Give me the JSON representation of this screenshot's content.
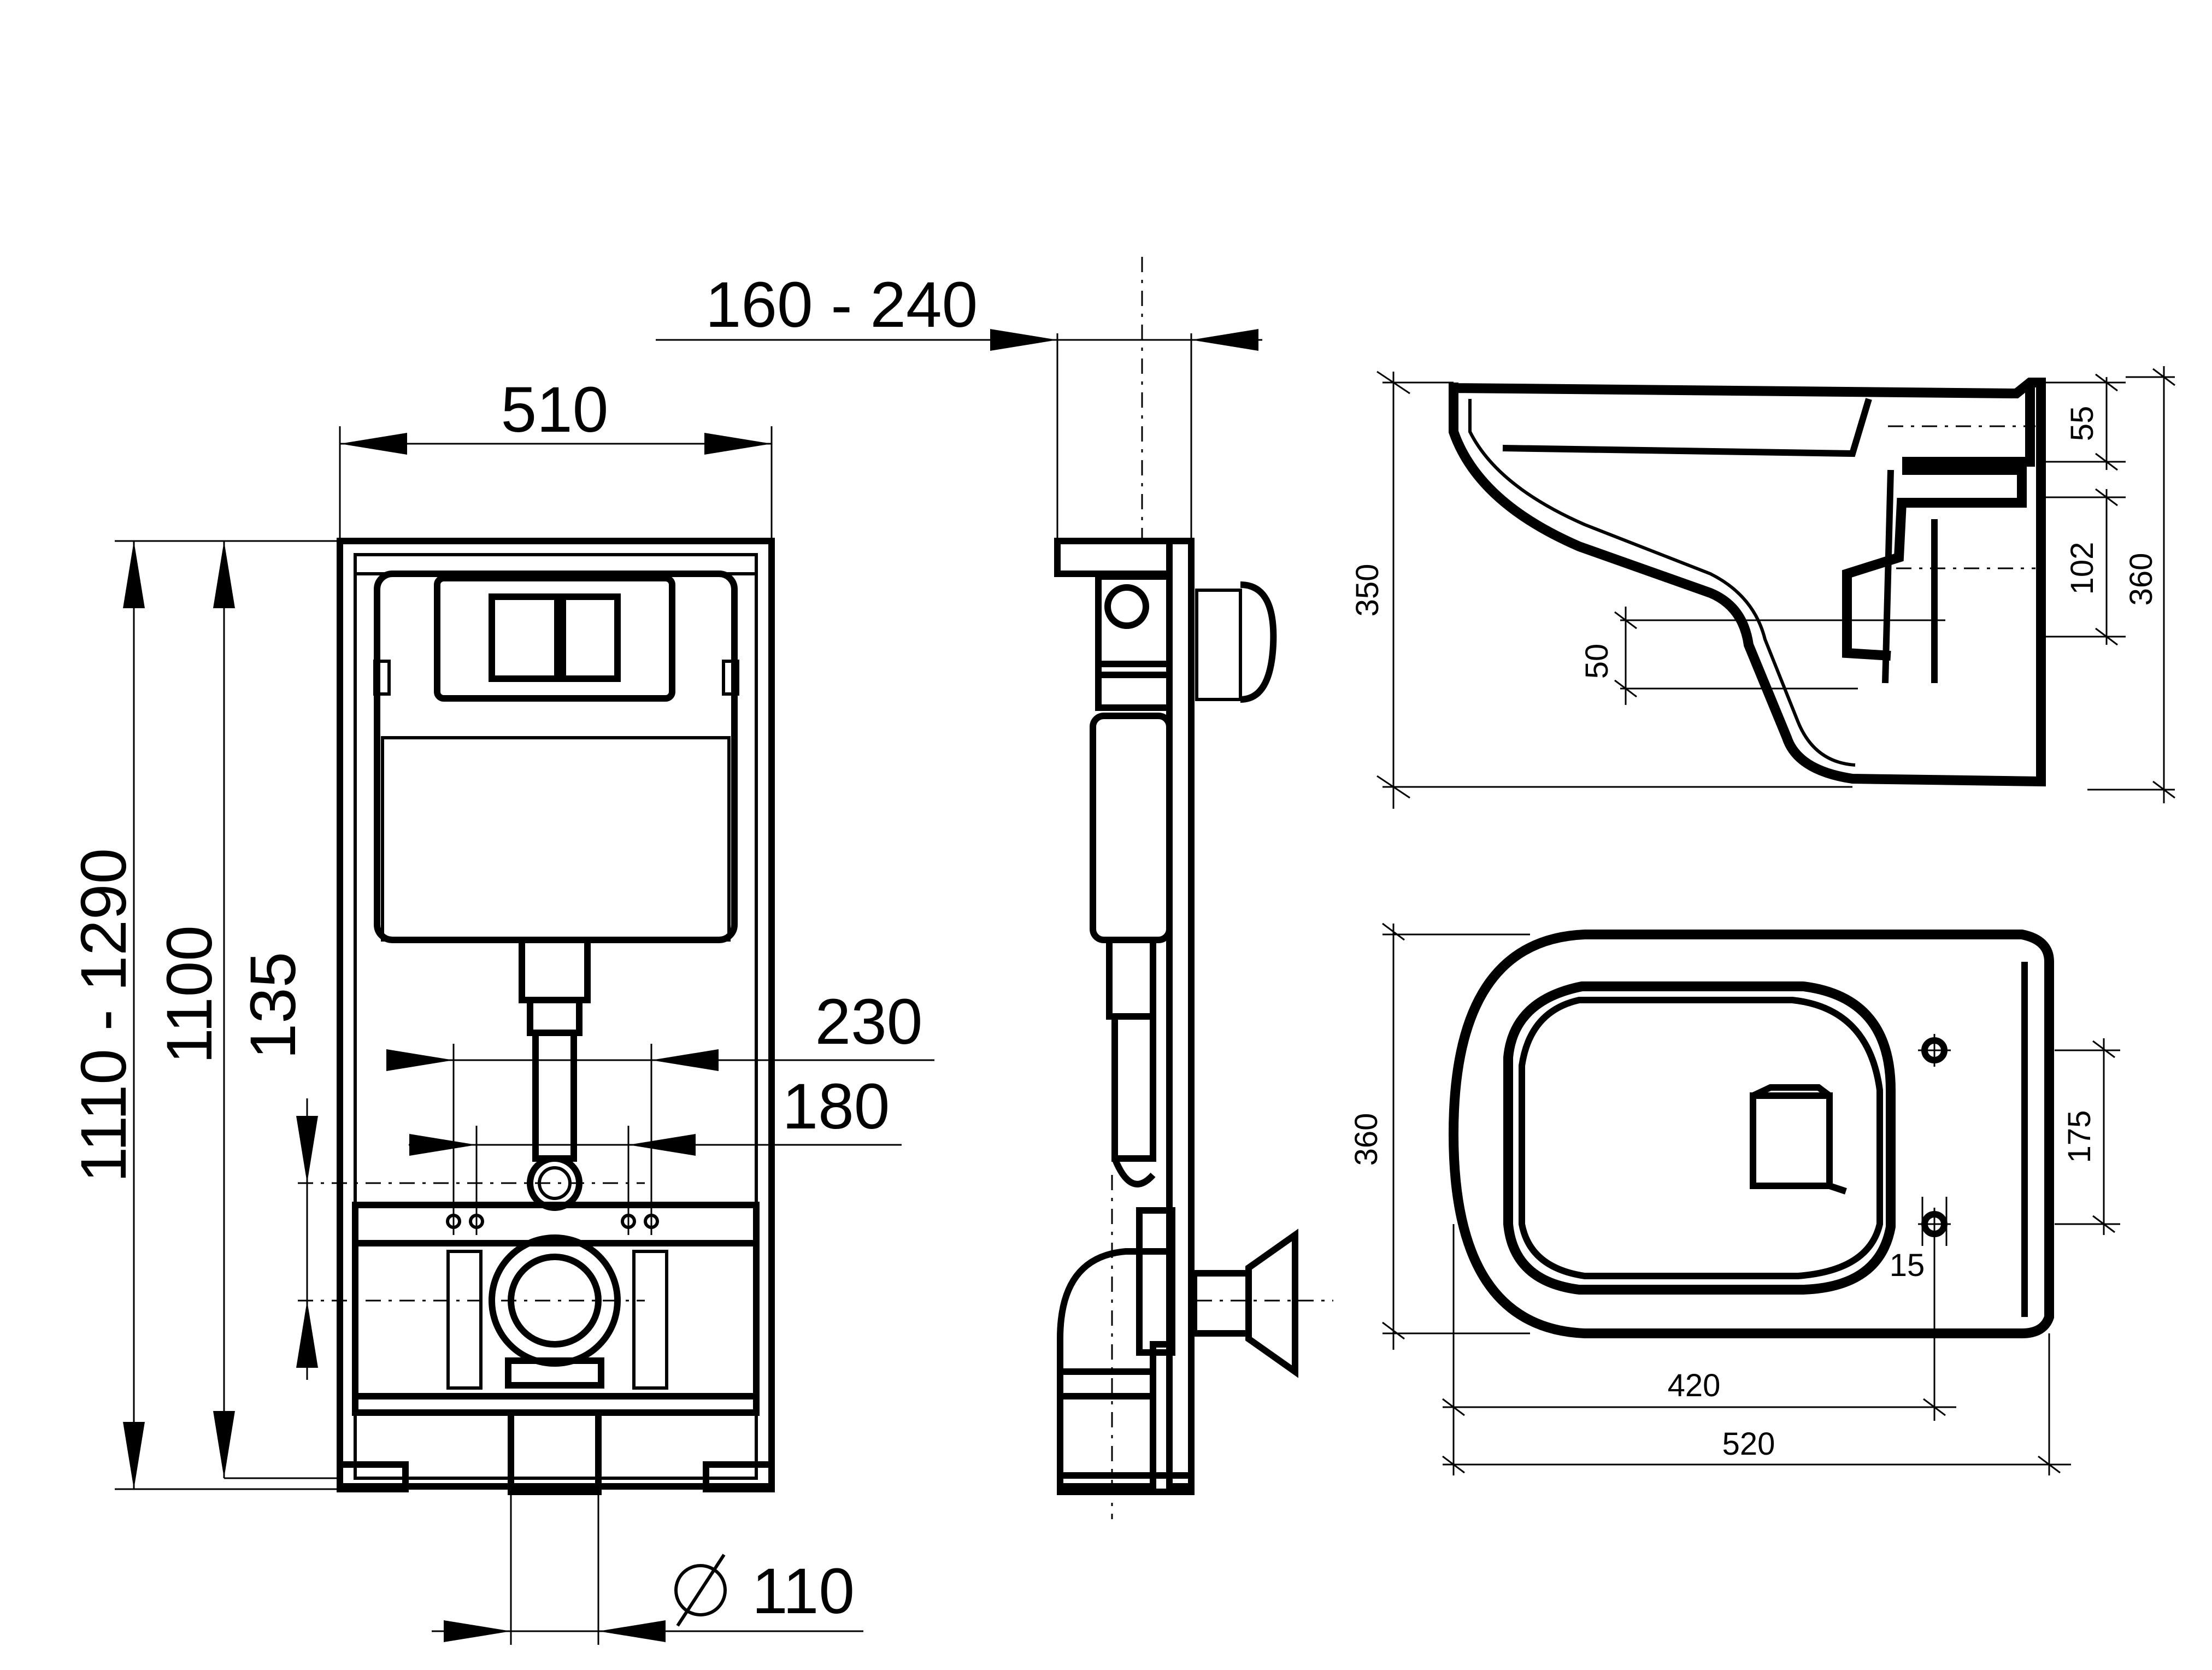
{
  "labels": {
    "width_frame": "510",
    "wall_depth": "160 - 240",
    "height_range": "1110 - 1290",
    "height_frame": "1100",
    "drain_height": "135",
    "bolt_outer": "230",
    "bolt_inner": "180",
    "drain_diam": "110",
    "bowl_height_total": "350",
    "bowl_inlet_offset": "55",
    "bowl_outlet_height": "102",
    "bowl_height_wall": "360",
    "bowl_seat_offset": "50",
    "bowl_width": "360",
    "bowl_fix_spacing": "175",
    "bowl_fix_hole": "15",
    "bowl_inner_length": "420",
    "bowl_length": "520"
  }
}
